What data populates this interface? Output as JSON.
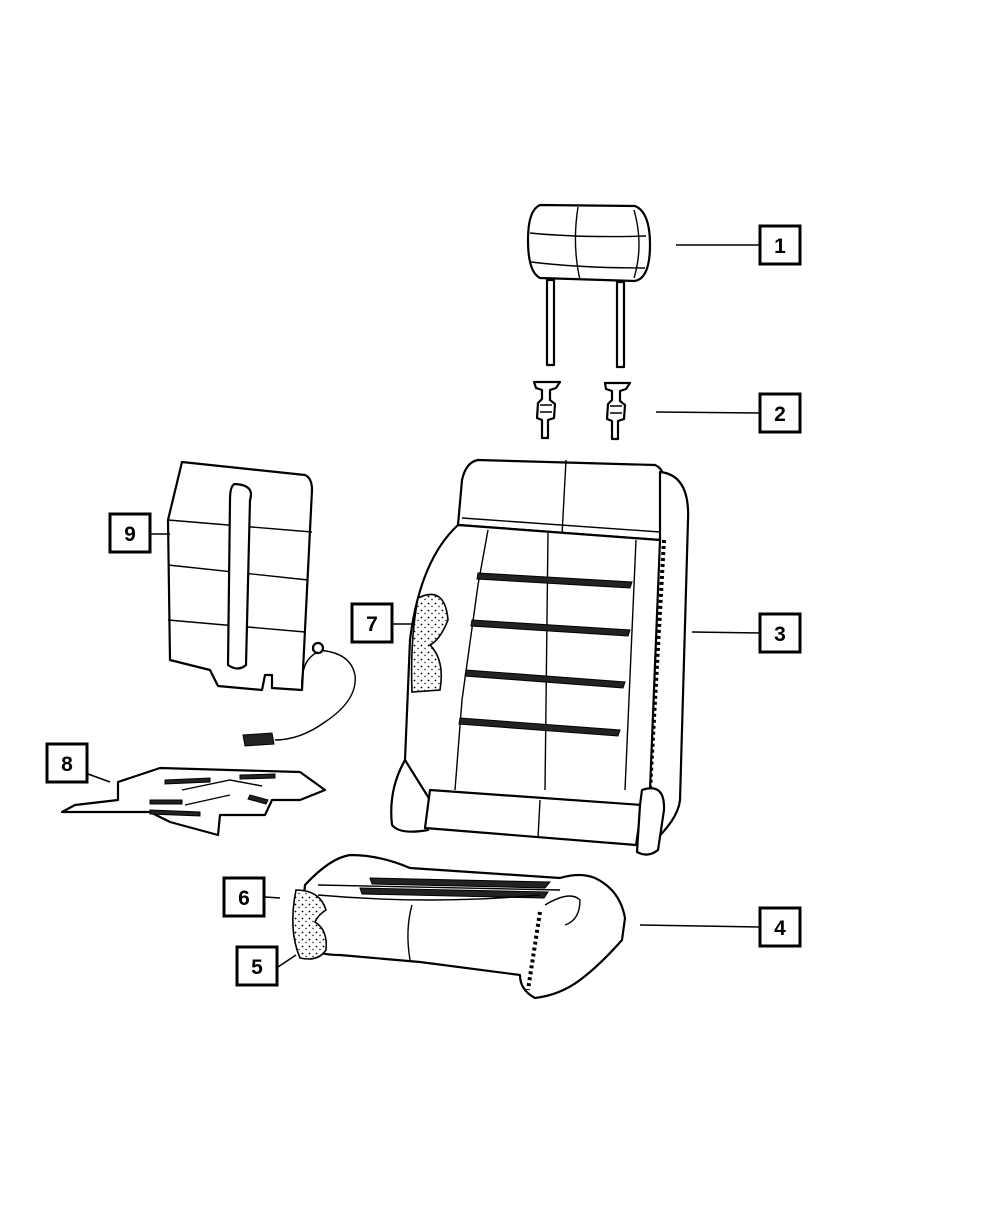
{
  "callouts": [
    {
      "id": "1",
      "label": "1"
    },
    {
      "id": "2",
      "label": "2"
    },
    {
      "id": "3",
      "label": "3"
    },
    {
      "id": "4",
      "label": "4"
    },
    {
      "id": "5",
      "label": "5"
    },
    {
      "id": "6",
      "label": "6"
    },
    {
      "id": "7",
      "label": "7"
    },
    {
      "id": "8",
      "label": "8"
    },
    {
      "id": "9",
      "label": "9"
    }
  ],
  "colors": {
    "line": "#000000",
    "background": "#ffffff"
  }
}
